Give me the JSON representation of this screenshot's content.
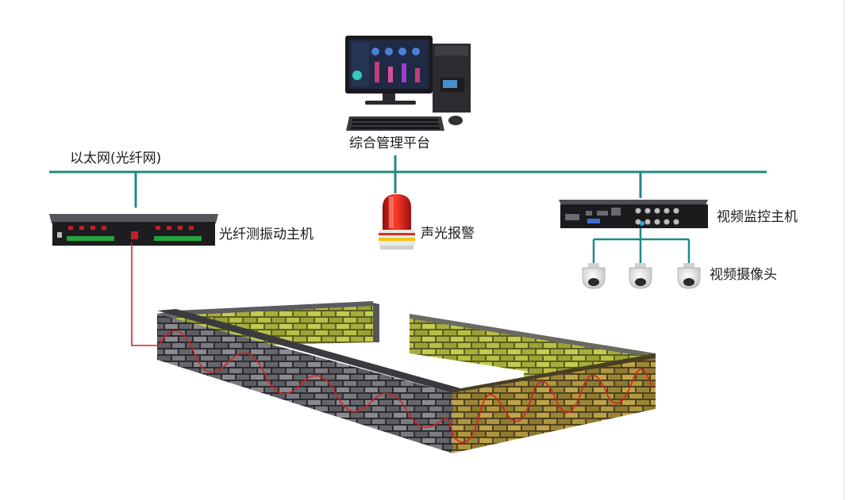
{
  "labels": {
    "ethernet": "以太网(光纤网)",
    "platform": "综合管理平台",
    "fiber_host": "光纤测振动主机",
    "alarm": "声光报警",
    "video_host": "视频监控主机",
    "cameras": "视频摄像头"
  },
  "colors": {
    "network_line": "#1f8a86",
    "fiber_line": "#d42020",
    "grey_brick": "#6e6e72",
    "grey_mortar": "#2f2f33",
    "yellow_brick": "#a9b23a",
    "brown_brick": "#a48a3a",
    "device_body": "#1d1d20"
  }
}
